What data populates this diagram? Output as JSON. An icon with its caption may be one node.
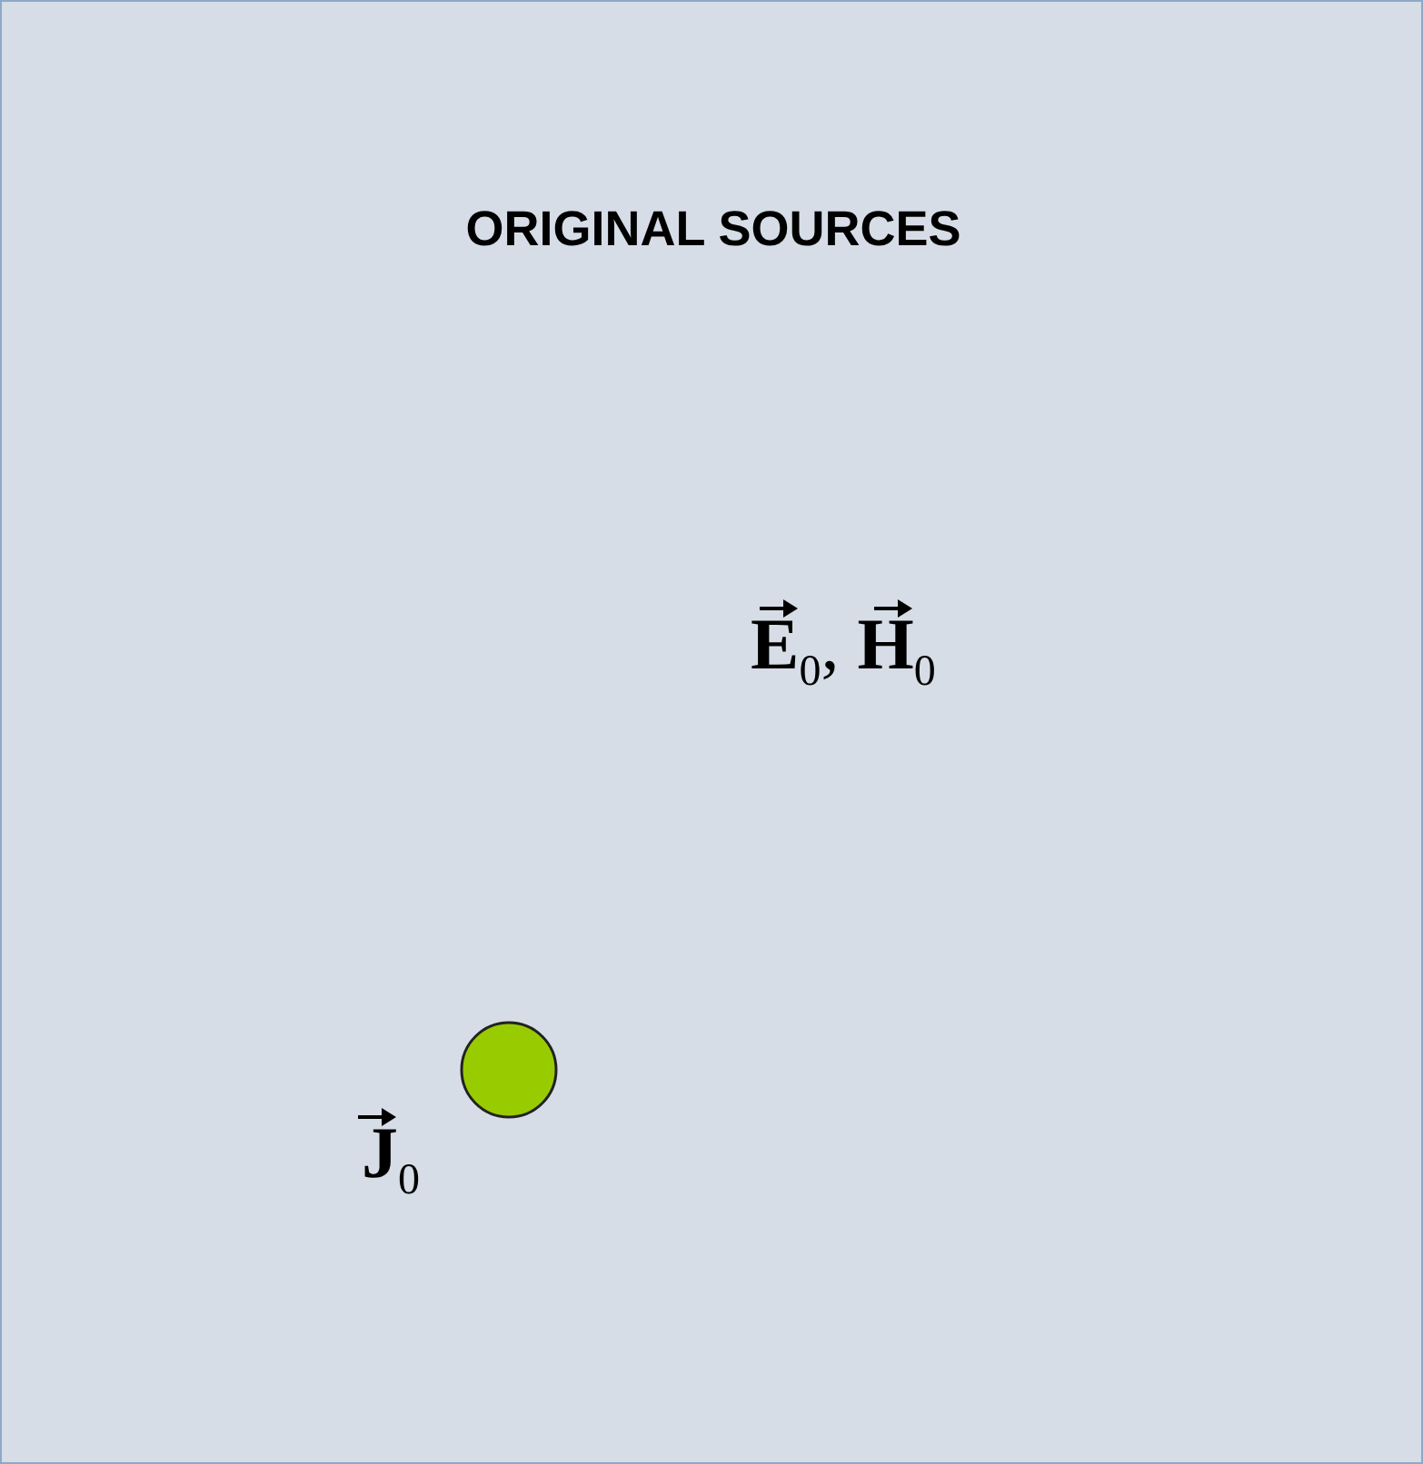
{
  "diagram": {
    "title": "ORIGINAL SOURCES",
    "nodes": [
      {
        "text": [],
        "shape": "circle",
        "beside": [
          "**J⃗**$_{0}$"
        ]
      }
    ],
    "labels": [
      "**E⃗**$_{0}$, **H⃗**$_{0}$"
    ]
  }
}
